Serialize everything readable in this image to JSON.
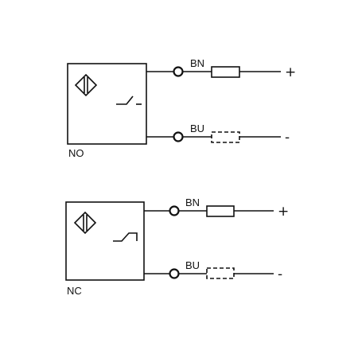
{
  "diagrams": [
    {
      "type_label": "NO",
      "wires": [
        {
          "label": "BN",
          "terminal": "+"
        },
        {
          "label": "BU",
          "terminal": "-"
        }
      ]
    },
    {
      "type_label": "NC",
      "wires": [
        {
          "label": "BN",
          "terminal": "+"
        },
        {
          "label": "BU",
          "terminal": "-"
        }
      ]
    }
  ],
  "colors": {
    "line": "#111111",
    "background": "#ffffff"
  }
}
